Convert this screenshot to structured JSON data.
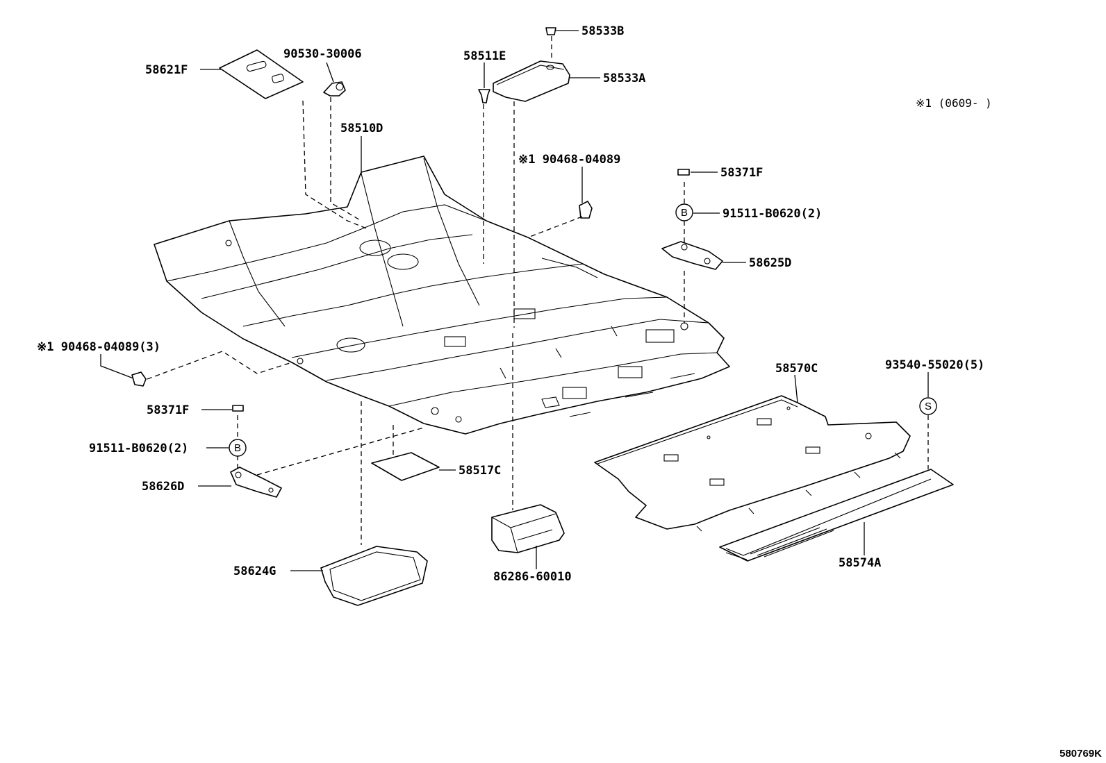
{
  "diagram": {
    "note": "※1 (0609-      )",
    "image_code": "580769K",
    "callouts": {
      "p58533B": "58533B",
      "p90530_30006": "90530-30006",
      "p58511E": "58511E",
      "p58621F": "58621F",
      "p58533A": "58533A",
      "p58510D": "58510D",
      "p90468_04089": "※1 90468-04089",
      "p58371F_top": "58371F",
      "p91511_B0620_top": "91511-B0620(2)",
      "p58625D": "58625D",
      "p90468_04089_3": "※1 90468-04089(3)",
      "p58570C": "58570C",
      "p93540_55020": "93540-55020(5)",
      "p58371F_left": "58371F",
      "p91511_B0620_left": "91511-B0620(2)",
      "p58517C": "58517C",
      "p58626D": "58626D",
      "p86286_60010": "86286-60010",
      "p58624G": "58624G",
      "p58574A": "58574A"
    },
    "circle_marks": {
      "b_top": "B",
      "b_left": "B",
      "s_right": "S"
    }
  }
}
